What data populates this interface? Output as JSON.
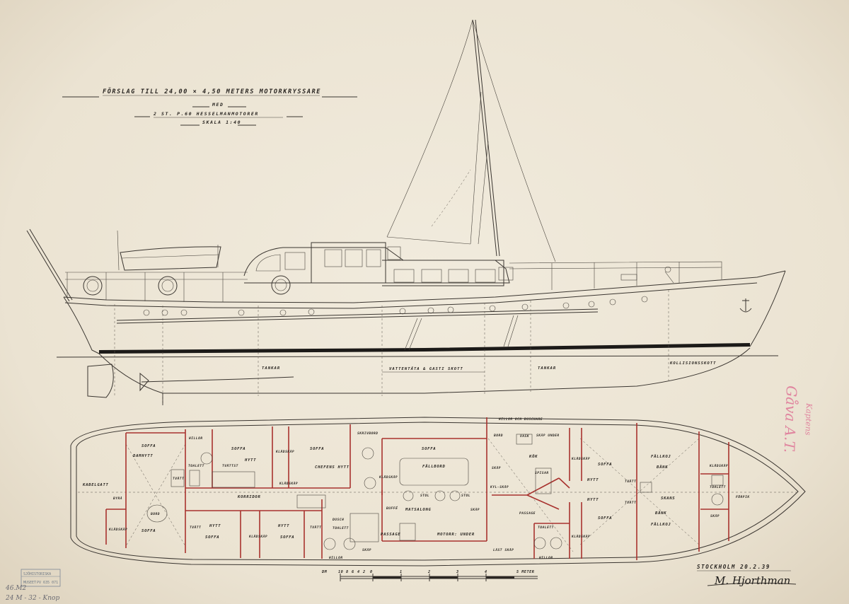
{
  "title": {
    "line1": "FÖRSLAG TILL 24,00 × 4,50 METERS MOTORKRYSSARE",
    "line2": "MED",
    "line3": "2 ST. P.60 HESSELMANMOTORER",
    "line4": "SKALA 1:40"
  },
  "profile": {
    "tankar_1": "TANKAR",
    "bulkhead": "VATTENTÄTA & GASTI SKOTT",
    "tankar_2": "TANKAR",
    "collision": "KOLLISIONSSKOTT"
  },
  "plan": {
    "rooms": {
      "kabelgatt": "KABELGATT",
      "damhytt": "DAMHYTT",
      "sofa_1": "SOFFA",
      "sofa_2": "SOFFA",
      "bord_1": "BORD",
      "byra": "BYRÅ",
      "kladskap_1": "KLÄDSKÅP",
      "hiller_1": "HILLOR",
      "toalett_1": "TOALETT",
      "tvatt_1": "TVÄTT",
      "tvatt_2": "TVÄTT",
      "sofa_3": "SOFFA",
      "hytt_1": "HYTT",
      "tvattst": "TVÄTTST",
      "kladskap_2": "KLÄDSKÅP",
      "kladskap_3": "KLÄDSKÅP",
      "sofa_4": "SOFFA",
      "chefens_hytt": "CHEFENS HYTT",
      "skrivbord": "SKRIVBORD",
      "kladskap_4": "KLÄDSKÅP",
      "korridor": "KORRIDOR",
      "hytt_2": "HYTT",
      "sofa_5": "SOFFA",
      "tvatt_3": "TVÄTT",
      "kladskap_5": "KLÄDSKÅP",
      "hytt_3": "HYTT",
      "sofa_6": "SOFFA",
      "tvatt_4": "TVÄTT",
      "dusch": "DUSCH",
      "toalett_2": "TOALETT",
      "hiller_2": "HILLOR",
      "passage_1": "PASSAGE",
      "skap_1": "SKÅP",
      "sofa_7": "SOFFA",
      "fallbord": "FÄLLBORD",
      "stol_1": "STOL",
      "stol_2": "STOL",
      "matsalong": "MATSALONG",
      "buffe": "BUFFÉ",
      "skap_2": "SKÅP",
      "motorrum_under": "MOTORR: UNDER",
      "hiller_3": "HILLOR OCH DUSCHARE",
      "bord_2": "BORD",
      "vask": "VASK",
      "skap_under": "SKÅP UNDER",
      "kok": "KÖK",
      "skap_3": "SKÅP",
      "kylskap": "KYL-SKÅP",
      "passage_2": "PASSAGE",
      "spisar": "SPISAR",
      "kladskap_6": "KLÄDSKÅP",
      "sofa_8": "SOFFA",
      "hytt_4": "HYTT",
      "hytt_5": "HYTT",
      "sofa_9": "SOFFA",
      "tvatt_5": "TVÄTT",
      "tvatt_6": "TVÄTT",
      "toalett_3": "TOALETT",
      "kladskap_7": "KLÄDSKÅP",
      "hiller_4": "HILLOR",
      "last_skap": "LÅST SKÅP",
      "fallkoj_1": "FÄLLKOJ",
      "bank_1": "BÄNK",
      "skans": "SKANS",
      "bank_2": "BÄNK",
      "fallkoj_2": "FÄLLKOJ",
      "kladskap_8": "KLÄDSKÅP",
      "toalett_4": "TOALETT",
      "forpik": "FÖRPIK",
      "skap_4": "SKÅP"
    }
  },
  "scale_bar": {
    "unit_left": "DM",
    "small_ticks": [
      "10",
      "8",
      "6",
      "4",
      "2",
      "0"
    ],
    "ticks": [
      "1",
      "2",
      "3",
      "4"
    ],
    "unit_right": "5 METER"
  },
  "place_date": "STOCKHOLM 20.2.39",
  "signature": "M. Hjorthman",
  "stamp": {
    "line1": "SJÖHISTORISKA",
    "line2": "MUSEET",
    "code": "PV 635 071"
  },
  "pencil_notes": {
    "line1": "46.M2",
    "line2": "24 M - 32 - Knop"
  },
  "pink_annotation": {
    "main": "Gåva A.T.",
    "side": "Kaptens"
  },
  "colors": {
    "paper": "#ece4d4",
    "ink": "#2a2622",
    "red_walls": "#a8322e",
    "pink_note": "#e0859f"
  }
}
